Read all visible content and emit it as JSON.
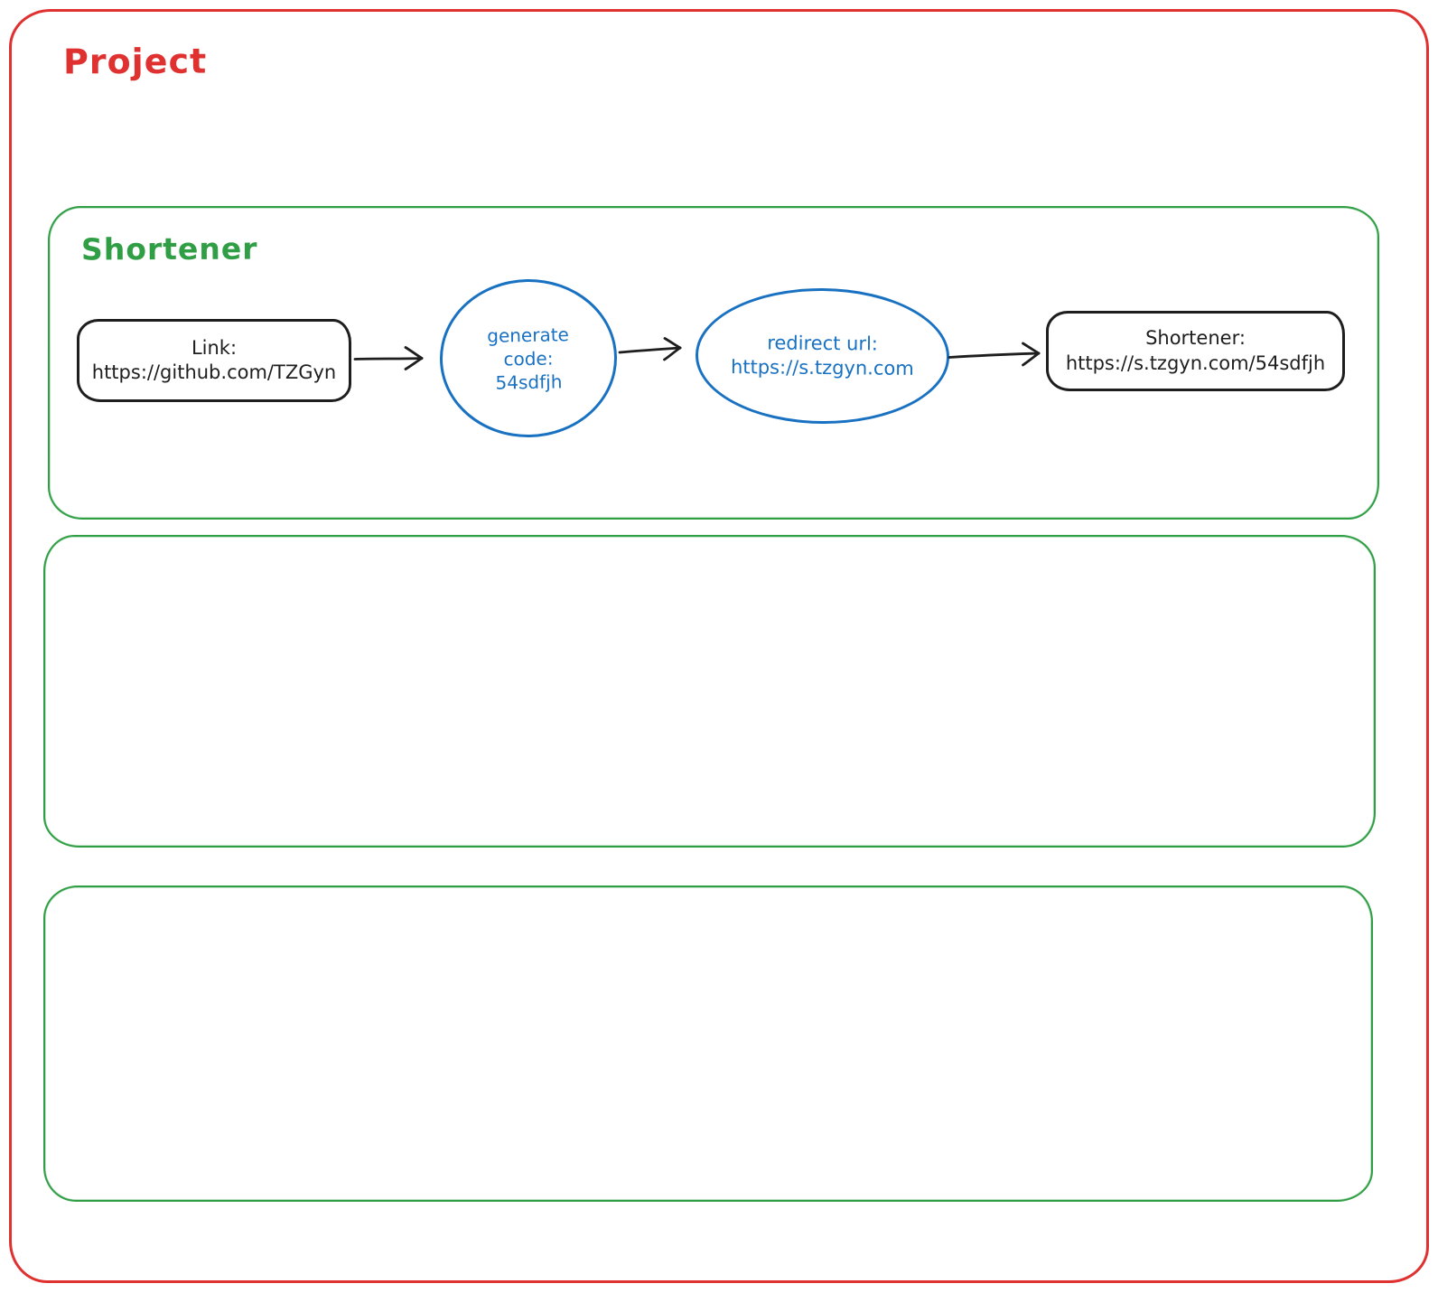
{
  "colors": {
    "frame_red": "#e03131",
    "section_green": "#2f9e44",
    "node_blue": "#1971c2",
    "node_black": "#1e1e1e"
  },
  "project_frame": {
    "label": "Project"
  },
  "shortener_section": {
    "label": "Shortener",
    "flow": {
      "link_node": {
        "title": "Link:",
        "url": "https://github.com/TZGyn"
      },
      "generate_code_node": {
        "line1": "generate",
        "line2": "code:",
        "line3": "54sdfjh"
      },
      "redirect_url_node": {
        "title": "redirect url:",
        "url": "https://s.tzgyn.com"
      },
      "shortener_result_node": {
        "title": "Shortener:",
        "url": "https://s.tzgyn.com/54sdfjh"
      }
    }
  }
}
